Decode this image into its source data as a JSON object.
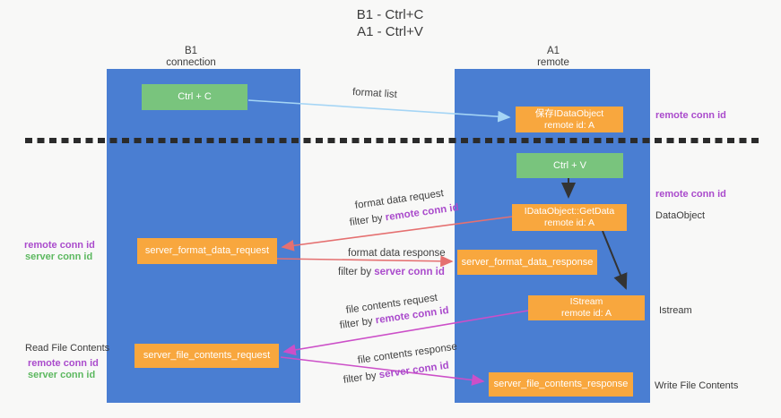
{
  "title": {
    "line1": "B1 - Ctrl+C",
    "line2": "A1 - Ctrl+V"
  },
  "columns": {
    "left": {
      "name": "B1",
      "role": "connection"
    },
    "right": {
      "name": "A1",
      "role": "remote"
    }
  },
  "boxes": {
    "ctrl_c": {
      "label": "Ctrl + C"
    },
    "ctrl_v": {
      "label": "Ctrl + V"
    },
    "save_idataobject": {
      "line1": "保存IDataObject",
      "line2": "remote id: A"
    },
    "getdata": {
      "line1": "IDataObject::GetData",
      "line2": "remote id: A"
    },
    "istream": {
      "line1": "IStream",
      "line2": "remote id: A"
    },
    "server_format_data_request": {
      "label": "server_format_data_request"
    },
    "server_format_data_response": {
      "label": "server_format_data_response"
    },
    "server_file_contents_request": {
      "label": "server_file_contents_request"
    },
    "server_file_contents_response": {
      "label": "server_file_contents_response"
    }
  },
  "side_labels": {
    "right_remote_conn_id_top": "remote conn id",
    "right_remote_conn_id_mid": "remote conn id",
    "right_dataobject": "DataObject",
    "right_istream": "Istream",
    "right_write_file_contents": "Write File Contents",
    "left_remote_conn_id_format": "remote conn id",
    "left_server_conn_id_format": "server conn id",
    "left_read_file_contents": "Read File Contents",
    "left_remote_conn_id_file": "remote conn id",
    "left_server_conn_id_file": "server conn id"
  },
  "arrow_labels": {
    "format_list": "format list",
    "format_request": "format data request",
    "format_request_filter_prefix": "filter by ",
    "format_request_filter_id": "remote conn id",
    "format_response": "format data response",
    "format_response_filter_prefix": "filter by ",
    "format_response_filter_id": "server conn id",
    "file_request": "file contents request",
    "file_request_filter_prefix": "filter by ",
    "file_request_filter_id": "remote conn id",
    "file_response": "file contents response",
    "file_response_filter_prefix": "filter by ",
    "file_response_filter_id": "server conn id"
  },
  "colors": {
    "background": "#f8f8f7",
    "column_blue": "#4a7ed2",
    "box_orange": "#f8a73e",
    "box_green": "#79c47d",
    "arrow_light_blue": "#a5d5f5",
    "arrow_red": "#e57070",
    "arrow_magenta": "#cc4fc8",
    "arrow_black": "#333333",
    "dashed_line": "#2b2b2b",
    "text_purple": "#aa4bcc",
    "text_green": "#5cb85f"
  }
}
